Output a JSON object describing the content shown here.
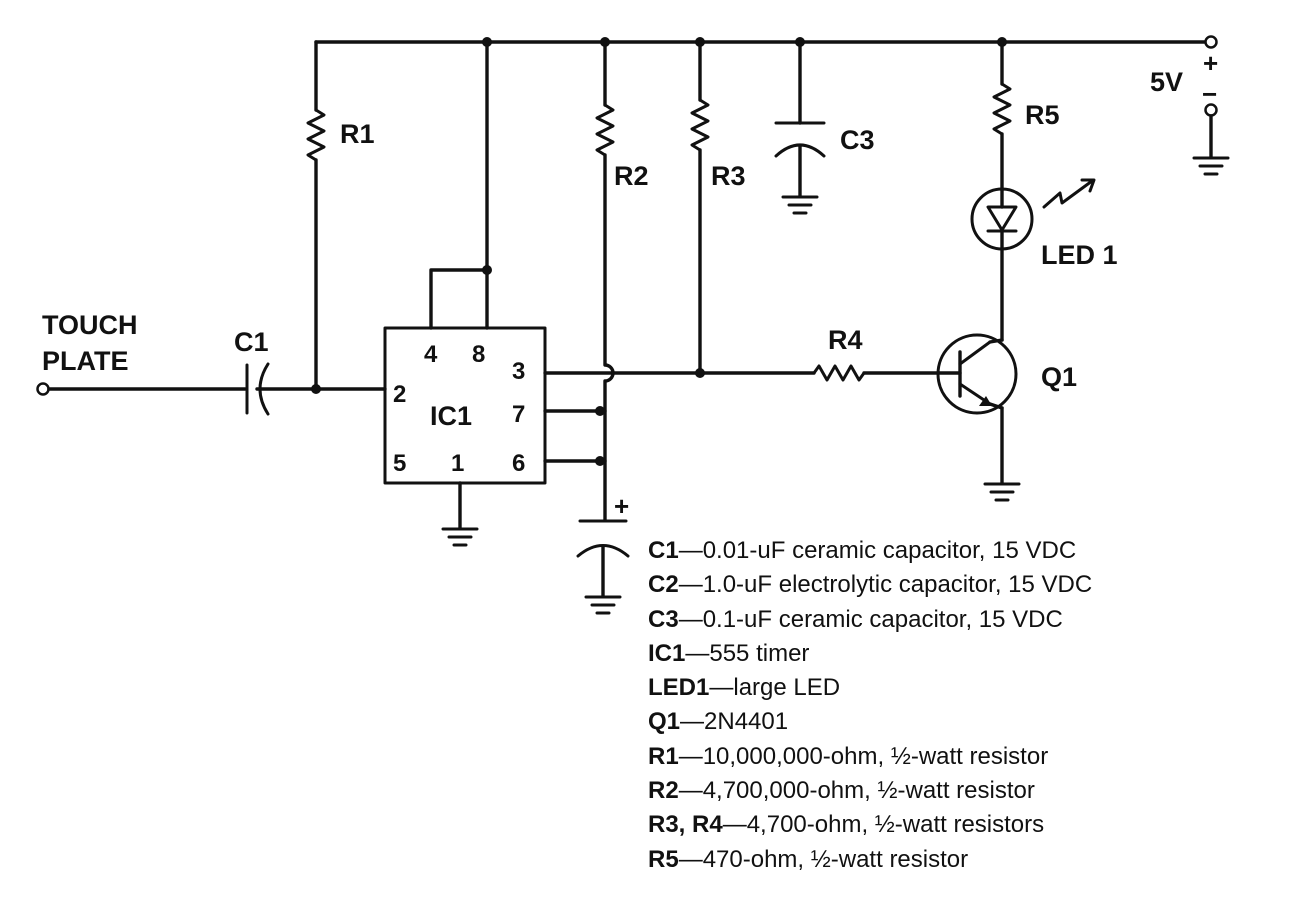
{
  "schematic": {
    "supply_label": "5V",
    "supply_plus": "+",
    "supply_minus": "−",
    "c2_polarity": "+",
    "input_label_line1": "TOUCH",
    "input_label_line2": "PLATE",
    "labels": {
      "r1": "R1",
      "r2": "R2",
      "r3": "R3",
      "r4": "R4",
      "r5": "R5",
      "c1": "C1",
      "c3": "C3",
      "led1": "LED 1",
      "q1": "Q1",
      "ic1": "IC1"
    },
    "ic_pins": {
      "p4": "4",
      "p8": "8",
      "p2": "2",
      "p3": "3",
      "p7": "7",
      "p5": "5",
      "p1": "1",
      "p6": "6"
    }
  },
  "parts_list": [
    {
      "ref": "C1",
      "desc": "0.01-uF ceramic capacitor, 15 VDC"
    },
    {
      "ref": "C2",
      "desc": "1.0-uF electrolytic capacitor, 15 VDC"
    },
    {
      "ref": "C3",
      "desc": "0.1-uF ceramic capacitor, 15 VDC"
    },
    {
      "ref": "IC1",
      "desc": "555 timer"
    },
    {
      "ref": "LED1",
      "desc": "large LED"
    },
    {
      "ref": "Q1",
      "desc": "2N4401"
    },
    {
      "ref": "R1",
      "desc": "10,000,000-ohm, ½-watt resistor"
    },
    {
      "ref": "R2",
      "desc": "4,700,000-ohm, ½-watt resistor"
    },
    {
      "ref": "R3, R4",
      "desc": "4,700-ohm, ½-watt resistors"
    },
    {
      "ref": "R5",
      "desc": "470-ohm, ½-watt resistor"
    }
  ],
  "separator": "—"
}
